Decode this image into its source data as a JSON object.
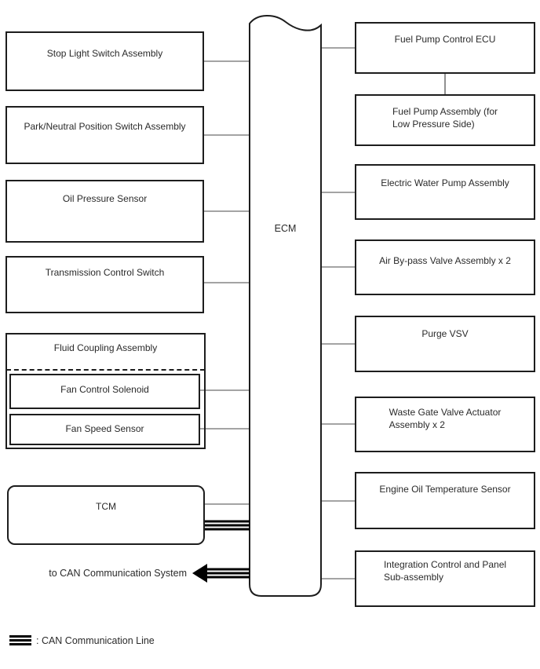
{
  "page": {
    "background": "#ffffff",
    "border_color": "#1d1d1d",
    "connector_color": "#6e6e6e",
    "can_line_color": "#000000",
    "text_color": "#2a2a2a"
  },
  "ecm": {
    "label": "ECM"
  },
  "left_column": [
    {
      "label": "Stop Light Switch Assembly"
    },
    {
      "label": "Park/Neutral Position Switch Assembly"
    },
    {
      "label": "Oil Pressure Sensor"
    },
    {
      "label": "Transmission Control Switch"
    },
    {
      "label": "Fluid Coupling Assembly",
      "children": [
        {
          "label": "Fan Control Solenoid"
        },
        {
          "label": "Fan Speed Sensor"
        }
      ]
    },
    {
      "label": "TCM"
    }
  ],
  "right_column": [
    {
      "label": "Fuel Pump Control ECU"
    },
    {
      "label": "Fuel Pump Assembly (for\nLow Pressure Side)"
    },
    {
      "label": "Electric Water Pump Assembly"
    },
    {
      "label": "Air By-pass Valve Assembly x 2"
    },
    {
      "label": "Purge VSV"
    },
    {
      "label": "Waste Gate Valve Actuator\nAssembly x 2"
    },
    {
      "label": "Engine Oil Temperature Sensor"
    },
    {
      "label": "Integration Control and Panel\nSub-assembly"
    }
  ],
  "annotations": {
    "can_system_label": "to CAN Communication System",
    "legend_label": ": CAN Communication Line"
  }
}
